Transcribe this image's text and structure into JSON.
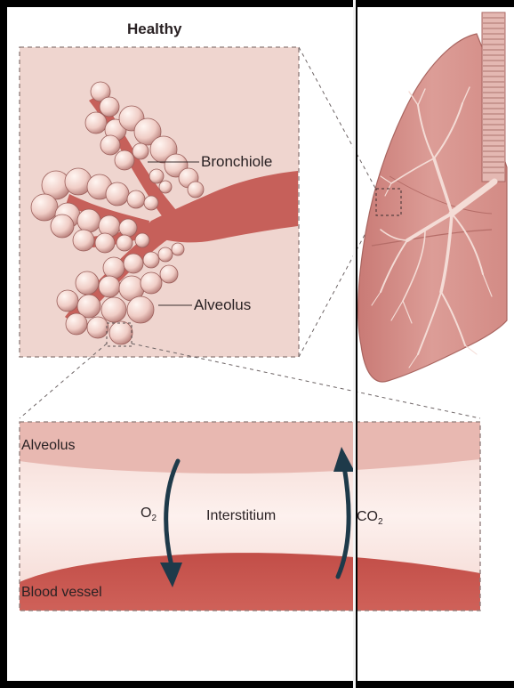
{
  "panel_title": "Healthy",
  "labels": {
    "bronchiole": "Bronchiole",
    "alveolus_cluster": "Alveolus",
    "alveolus_band": "Alveolus",
    "interstitium": "Interstitium",
    "blood_vessel": "Blood vessel",
    "o2_main": "O",
    "o2_sub": "2",
    "co2_main": "CO",
    "co2_sub": "2"
  },
  "colors": {
    "lung_fill": "#d9948f",
    "inset_bg": "#efd5cf",
    "alveolus_band": "#e8b8b1",
    "interstitium": "#f8e6e1",
    "blood_vessel": "#c9554e",
    "airway": "#c6605a",
    "arrow": "#1e3a4a"
  }
}
